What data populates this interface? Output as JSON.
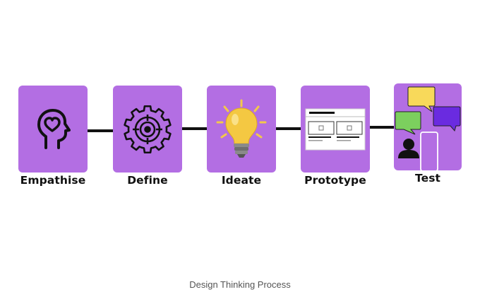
{
  "diagram": {
    "stages": [
      {
        "label": "Empathise",
        "icon": "head-heart-icon"
      },
      {
        "label": "Define",
        "icon": "gear-target-icon"
      },
      {
        "label": "Ideate",
        "icon": "lightbulb-icon"
      },
      {
        "label": "Prototype",
        "icon": "wireframe-icon"
      },
      {
        "label": "Test",
        "icon": "user-chat-feedback-icon"
      }
    ],
    "caption": "Design Thinking Process"
  },
  "colors": {
    "card": "#b36ee3",
    "connector": "#111111",
    "bulb": "#f2c84b",
    "bubble_yellow": "#f8d95a",
    "bubble_green": "#7ccf5e",
    "bubble_purple": "#6a2be0"
  }
}
